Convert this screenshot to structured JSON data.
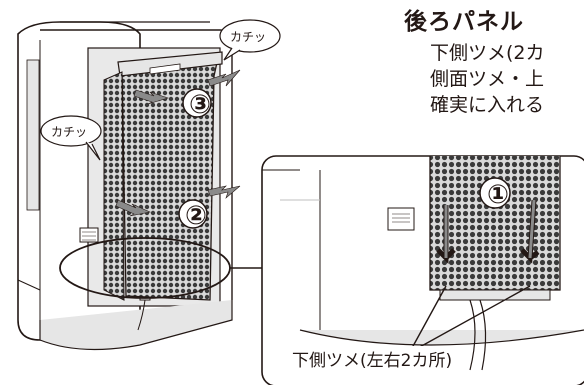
{
  "heading": "後ろパネル",
  "body_lines": [
    "下側ツメ(2カ",
    "側面ツメ・上",
    "確実に入れる"
  ],
  "callouts": {
    "click_top": "カチッ",
    "click_left": "カチッ"
  },
  "steps": {
    "step1": "①",
    "step2": "②",
    "step3": "③"
  },
  "caption": "下側ツメ(左右2カ所)",
  "icons": [
    "arrow-icon",
    "speech-bubble-icon"
  ]
}
